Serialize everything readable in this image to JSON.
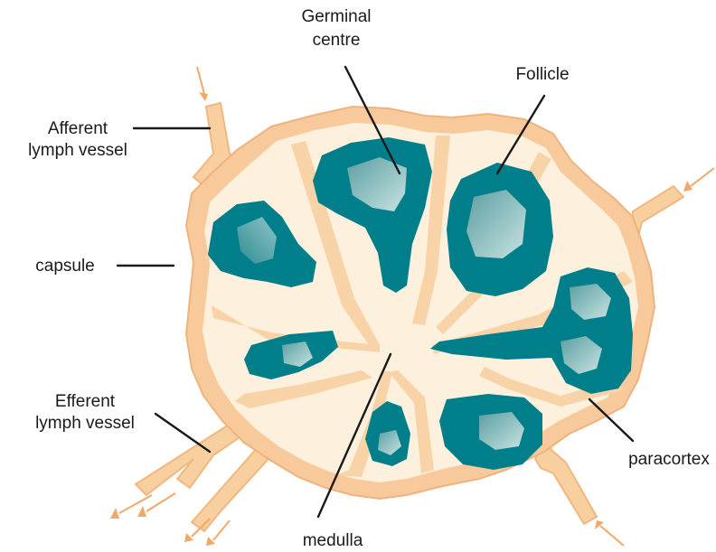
{
  "labels": {
    "germinal_centre_1": "Germinal",
    "germinal_centre_2": "centre",
    "follicle": "Follicle",
    "afferent_1": "Afferent",
    "afferent_2": "lymph vessel",
    "capsule": "capsule",
    "efferent_1": "Efferent",
    "efferent_2": "lymph vessel",
    "paracortex": "paracortex",
    "medulla": "medulla"
  },
  "colors": {
    "capsule": "#f8c99a",
    "cortex": "#fdf0dc",
    "trabecula": "#f8cf9f",
    "follicle": "#007f8a",
    "germinal": "#7fb5b8",
    "arrow": "#f1a868",
    "text": "#1a1a1a"
  }
}
